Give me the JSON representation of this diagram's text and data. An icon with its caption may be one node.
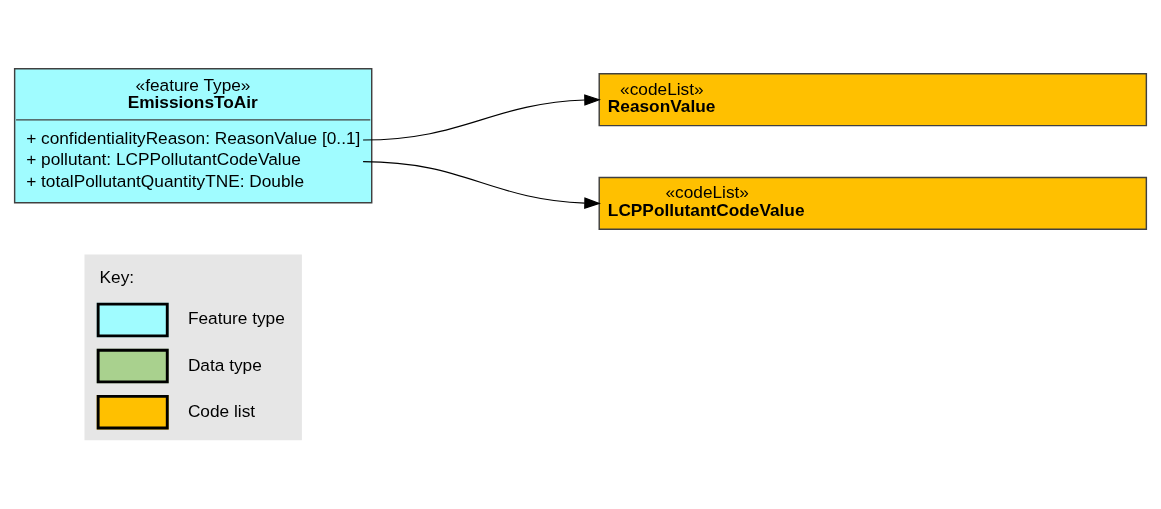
{
  "diagram": {
    "nodes": [
      {
        "text": [
          "«feature Type»",
          "EmissionsToAir",
          "+ confidentialityReason: ReasonValue [0..1]",
          "+ pollutant: LCPPollutantCodeValue",
          "+ totalPollutantQuantityTNE: Double"
        ]
      },
      {
        "text": [
          "«codeList»",
          "ReasonValue"
        ]
      },
      {
        "text": [
          "«codeList»",
          "LCPPollutantCodeValue"
        ]
      }
    ],
    "edges": [
      {
        "from": 0,
        "to": 1,
        "arrow": "to"
      },
      {
        "from": 0,
        "to": 2,
        "arrow": "to"
      }
    ],
    "labels": [
      "Key:"
    ],
    "legend": [
      {
        "text": "Feature type",
        "color": "#a0fcff"
      },
      {
        "text": "Data type",
        "color": "#a9d18e"
      },
      {
        "text": "Code list",
        "color": "#ffc000"
      }
    ]
  }
}
